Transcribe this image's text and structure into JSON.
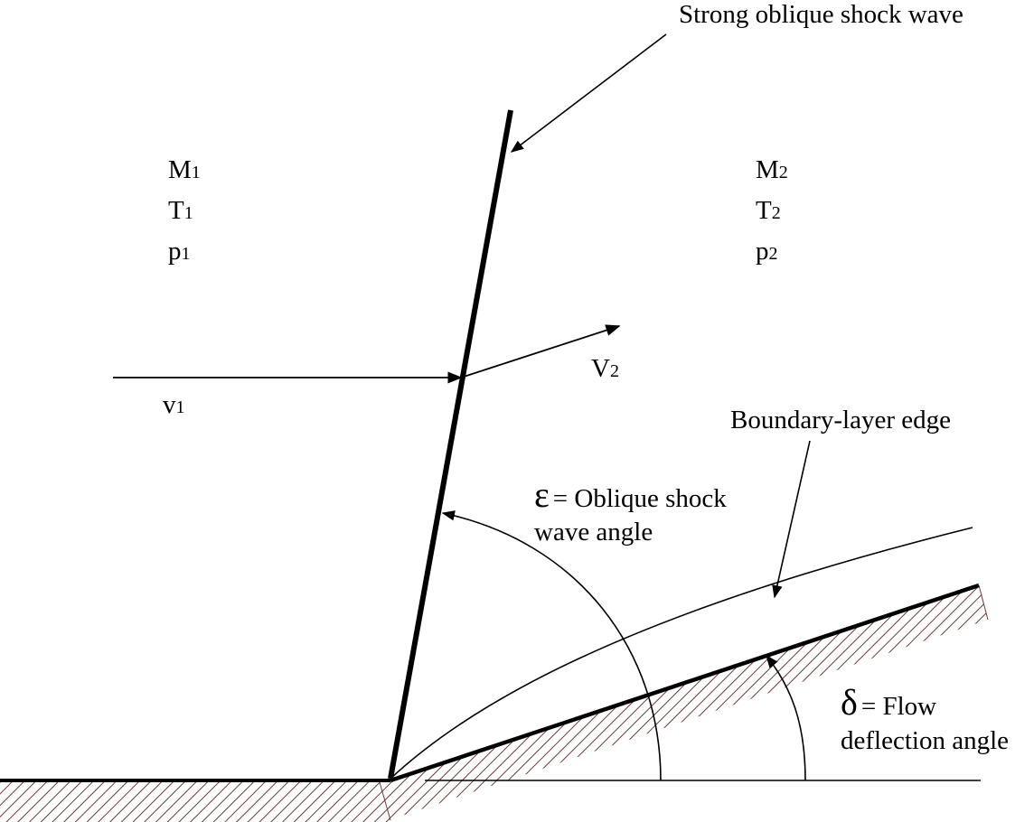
{
  "labels": {
    "shock_title": "Strong oblique shock wave",
    "upstream": {
      "M": "M",
      "M_sub": "1",
      "T": "T",
      "T_sub": "1",
      "p": "p",
      "p_sub": "1"
    },
    "downstream": {
      "M": "M",
      "M_sub": "2",
      "T": "T",
      "T_sub": "2",
      "p": "p",
      "p_sub": "2"
    },
    "v1": "v",
    "v1_sub": "1",
    "v2": "V",
    "v2_sub": "2",
    "boundary_layer": "Boundary-layer edge",
    "epsilon_symbol": "ε",
    "epsilon_text_1": "= Oblique shock",
    "epsilon_text_2": "wave angle",
    "delta_symbol": "δ",
    "delta_text_1": "= Flow",
    "delta_text_2": "deflection angle"
  },
  "colors": {
    "line": "#000000",
    "hatch": "#6b3a3a"
  }
}
